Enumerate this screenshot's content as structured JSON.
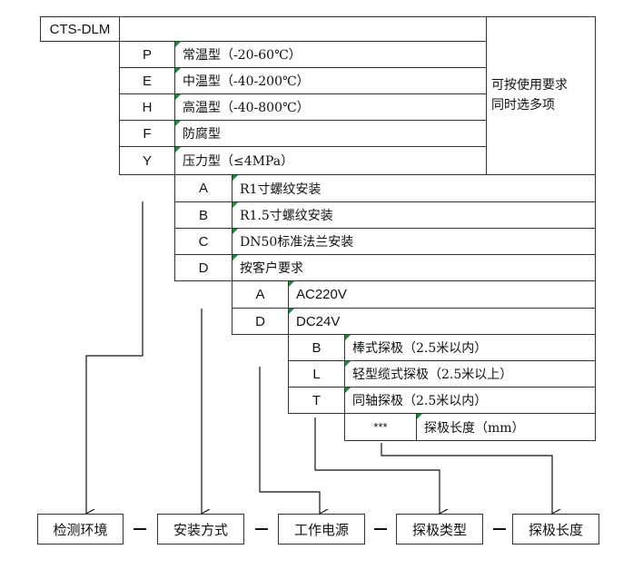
{
  "model": "CTS-DLM",
  "environment": {
    "options": [
      {
        "code": "P",
        "label": "常温型（-20-60℃）"
      },
      {
        "code": "E",
        "label": "中温型（-40-200℃）"
      },
      {
        "code": "H",
        "label": "高温型（-40-800℃）"
      },
      {
        "code": "F",
        "label": "防腐型"
      },
      {
        "code": "Y",
        "label": "压力型（≤4MPa）"
      }
    ],
    "note_line1": "可按使用要求",
    "note_line2": "同时选多项"
  },
  "mounting": {
    "options": [
      {
        "code": "A",
        "label": "R1寸螺纹安装"
      },
      {
        "code": "B",
        "label": "R1.5寸螺纹安装"
      },
      {
        "code": "C",
        "label": "DN50标准法兰安装"
      },
      {
        "code": "D",
        "label": "按客户要求"
      }
    ]
  },
  "power": {
    "options": [
      {
        "code": "A",
        "label": "AC220V"
      },
      {
        "code": "D",
        "label": "DC24V"
      }
    ]
  },
  "probe_type": {
    "options": [
      {
        "code": "B",
        "label": "棒式探极（2.5米以内）"
      },
      {
        "code": "L",
        "label": "轻型缆式探极（2.5米以上）"
      },
      {
        "code": "T",
        "label": "同轴探极（2.5米以内）"
      }
    ]
  },
  "probe_length": {
    "code": "***",
    "label": "探极长度（mm）"
  },
  "categories": [
    "检测环境",
    "安装方式",
    "工作电源",
    "探极类型",
    "探极长度"
  ],
  "separator": "—"
}
